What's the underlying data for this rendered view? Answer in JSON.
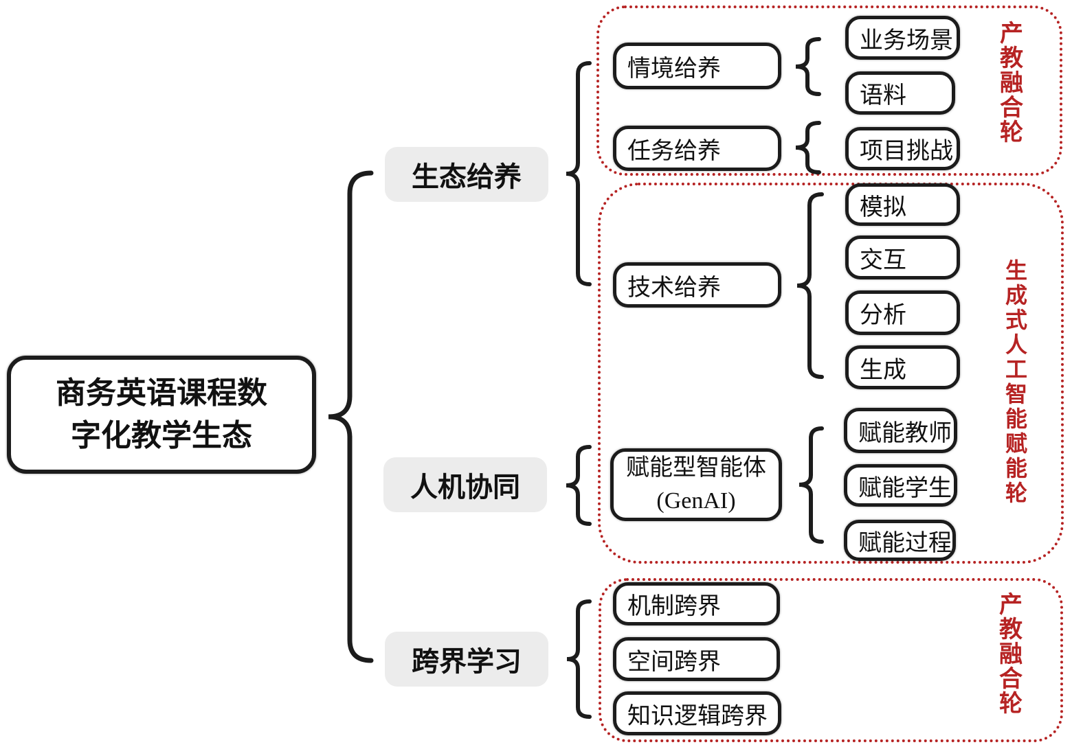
{
  "title": {
    "line1": "商务英语课程数",
    "line2": "字化教学生态"
  },
  "branches": {
    "eco": "生态给养",
    "hmc": "人机协同",
    "cross": "跨界学习"
  },
  "nodes": {
    "qingjing": "情境给养",
    "renwu": "任务给养",
    "jishu": "技术给养",
    "genai_line1": "赋能型智能体",
    "genai_line2": "(GenAI)",
    "jizhi": "机制跨界",
    "kongjian": "空间跨界",
    "zhishiluoji": "知识逻辑跨界",
    "yewu": "业务场景",
    "yuliao": "语料",
    "xiangmu": "项目挑战",
    "moni": "模拟",
    "jiaohu": "交互",
    "fenxi": "分析",
    "shengcheng": "生成",
    "fn_teacher": "赋能教师",
    "fn_student": "赋能学生",
    "fn_process": "赋能过程"
  },
  "wheels": {
    "top": "产教融合轮",
    "middle": "生成式人工智能赋能轮",
    "bottom": "产教融合轮"
  },
  "colors": {
    "accent_red": "#b62323",
    "box_border": "#1c1c1c",
    "pill_bg": "#ececec"
  }
}
